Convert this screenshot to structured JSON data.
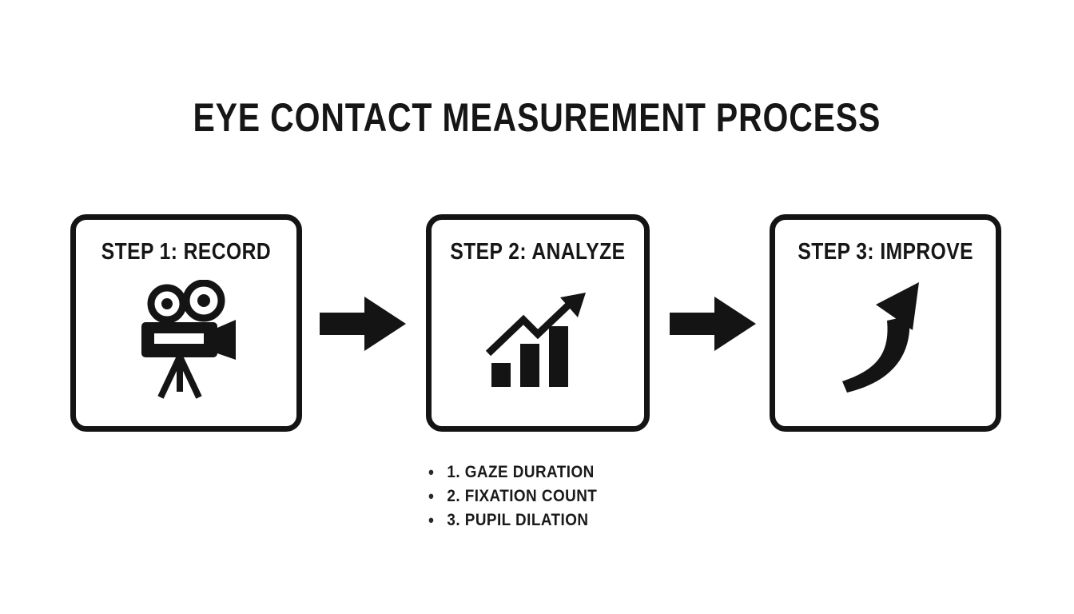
{
  "title": "EYE CONTACT MEASUREMENT PROCESS",
  "steps": [
    {
      "label": "STEP 1: RECORD",
      "icon": "video-camera-icon"
    },
    {
      "label": "STEP 2: ANALYZE",
      "icon": "growth-chart-icon"
    },
    {
      "label": "STEP 3: IMPROVE",
      "icon": "curved-up-arrow-icon"
    }
  ],
  "metrics": {
    "bullet": "•",
    "items": [
      "1. GAZE DURATION",
      "2. FIXATION COUNT",
      "3. PUPIL DILATION"
    ]
  },
  "colors": {
    "background": "#ffffff",
    "foreground": "#141414"
  }
}
